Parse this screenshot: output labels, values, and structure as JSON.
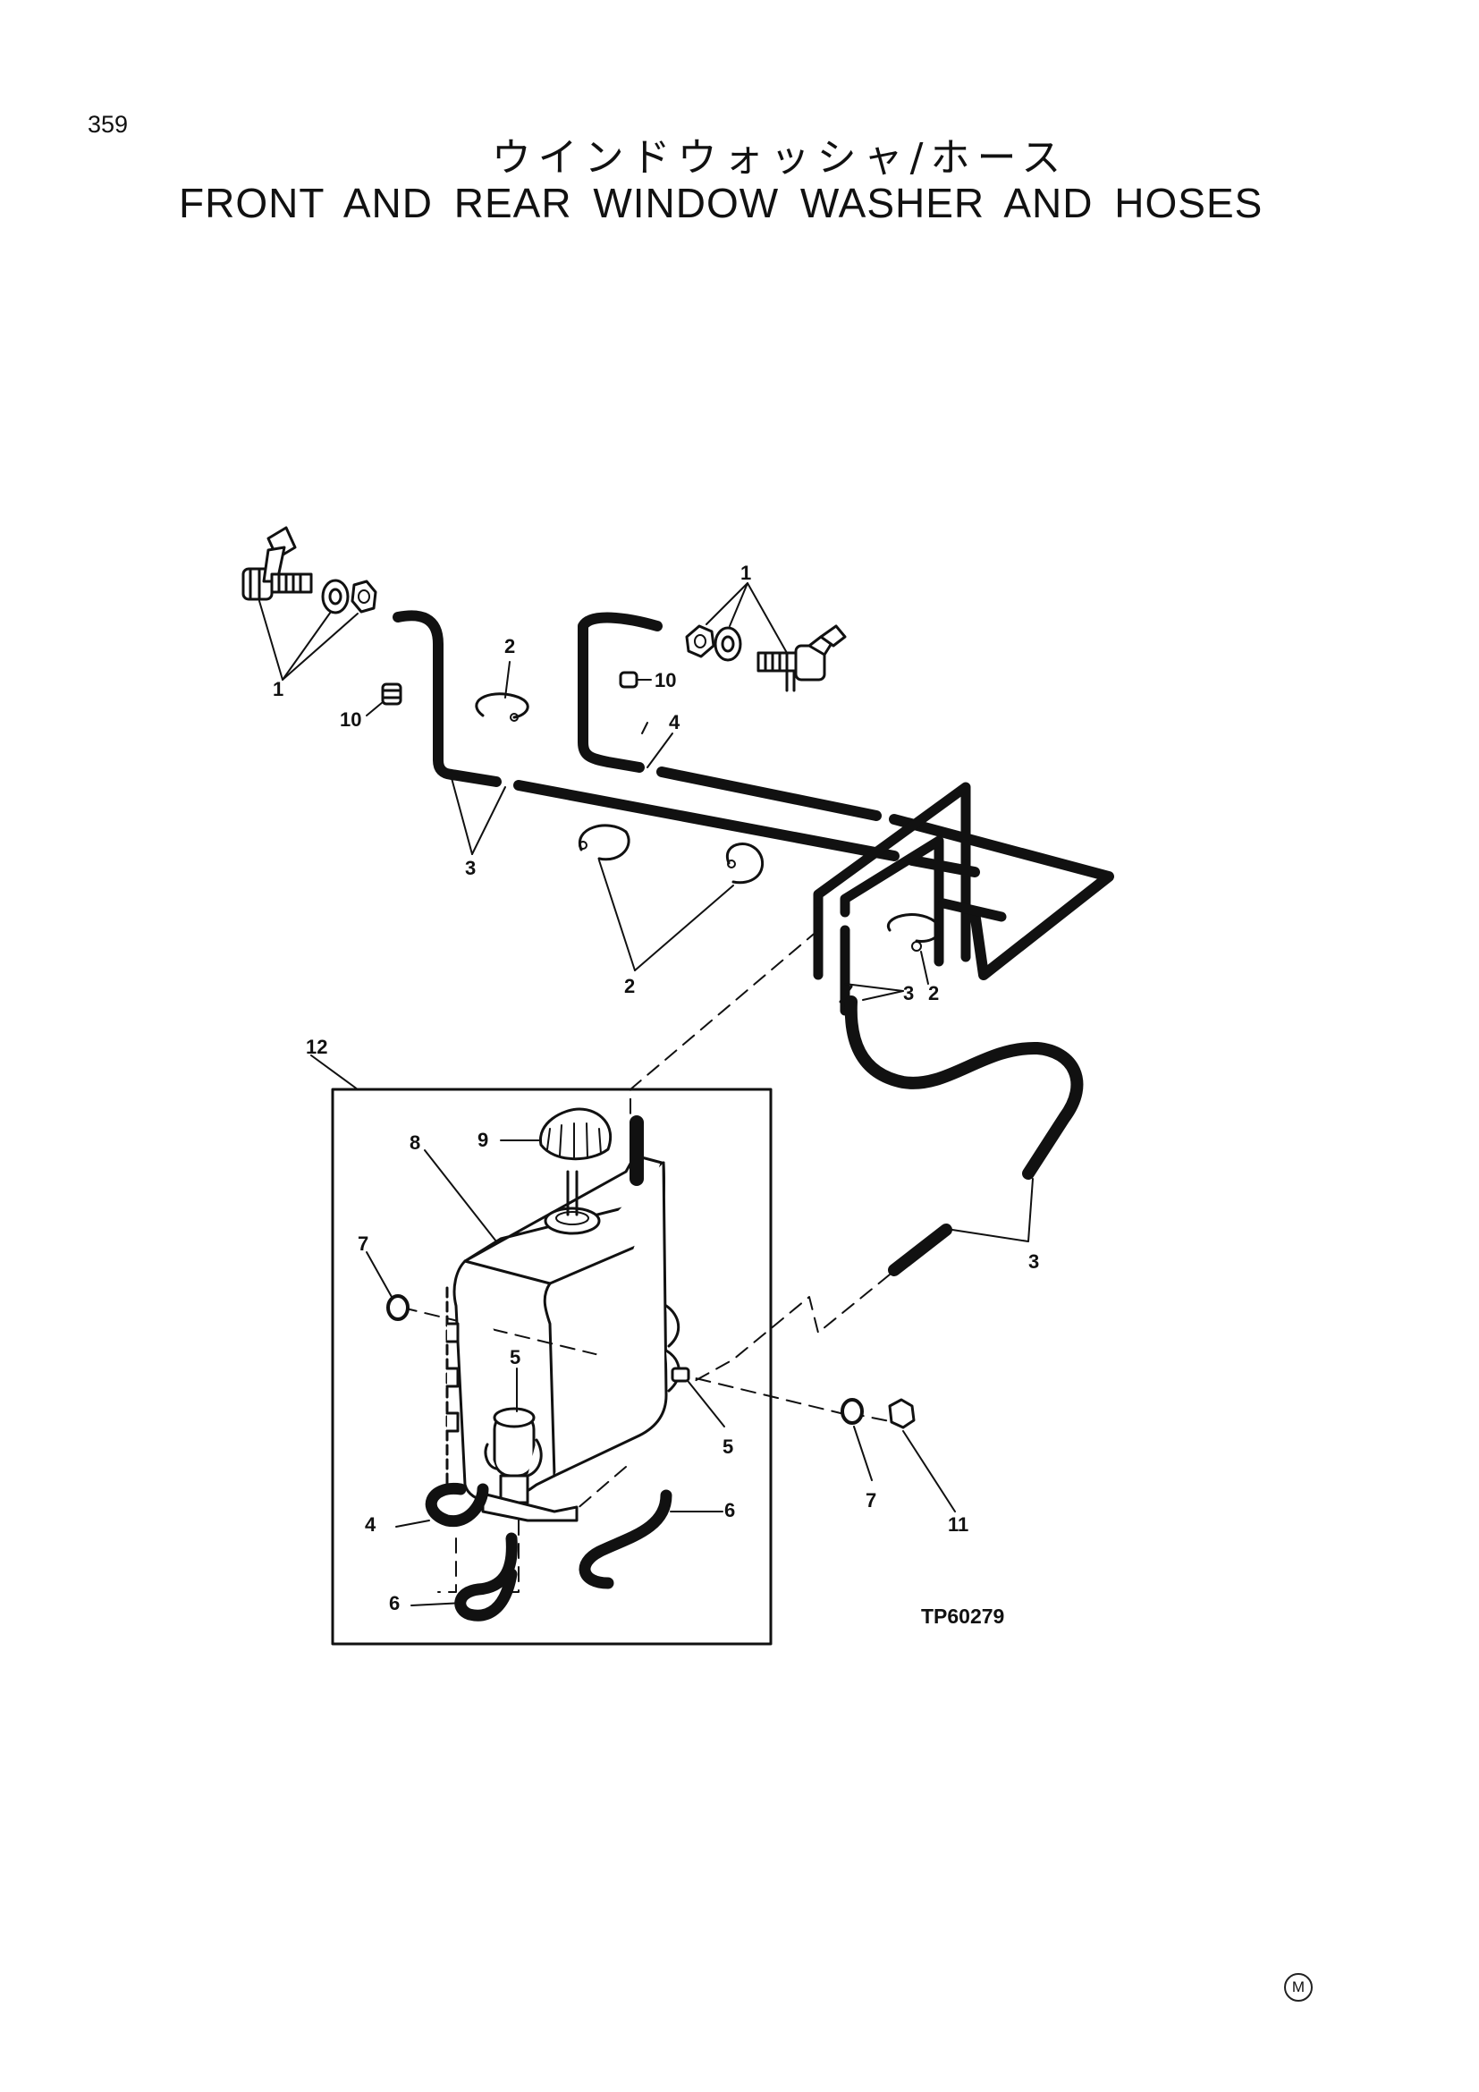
{
  "page": {
    "number": "359",
    "title_jp": "ウインドウォッシャ/ホース",
    "title_en": "FRONT AND REAR WINDOW WASHER AND HOSES",
    "figure_code": "TP60279",
    "marker": "M"
  },
  "callouts": {
    "c1_left": "1",
    "c10_left": "10",
    "c2_top": "2",
    "c1_right": "1",
    "c10_right": "10",
    "c4_top": "4",
    "c3_left": "3",
    "c2_mid": "2",
    "c3_right": "3",
    "c2_right": "2",
    "c12": "12",
    "c8": "8",
    "c9": "9",
    "c7_left": "7",
    "c5_top": "5",
    "c5_right": "5",
    "c4_bottom": "4",
    "c6_left": "6",
    "c6_right": "6",
    "c3_low": "3",
    "c7_right": "7",
    "c11": "11"
  },
  "colors": {
    "ink": "#111111",
    "paper": "#ffffff"
  }
}
